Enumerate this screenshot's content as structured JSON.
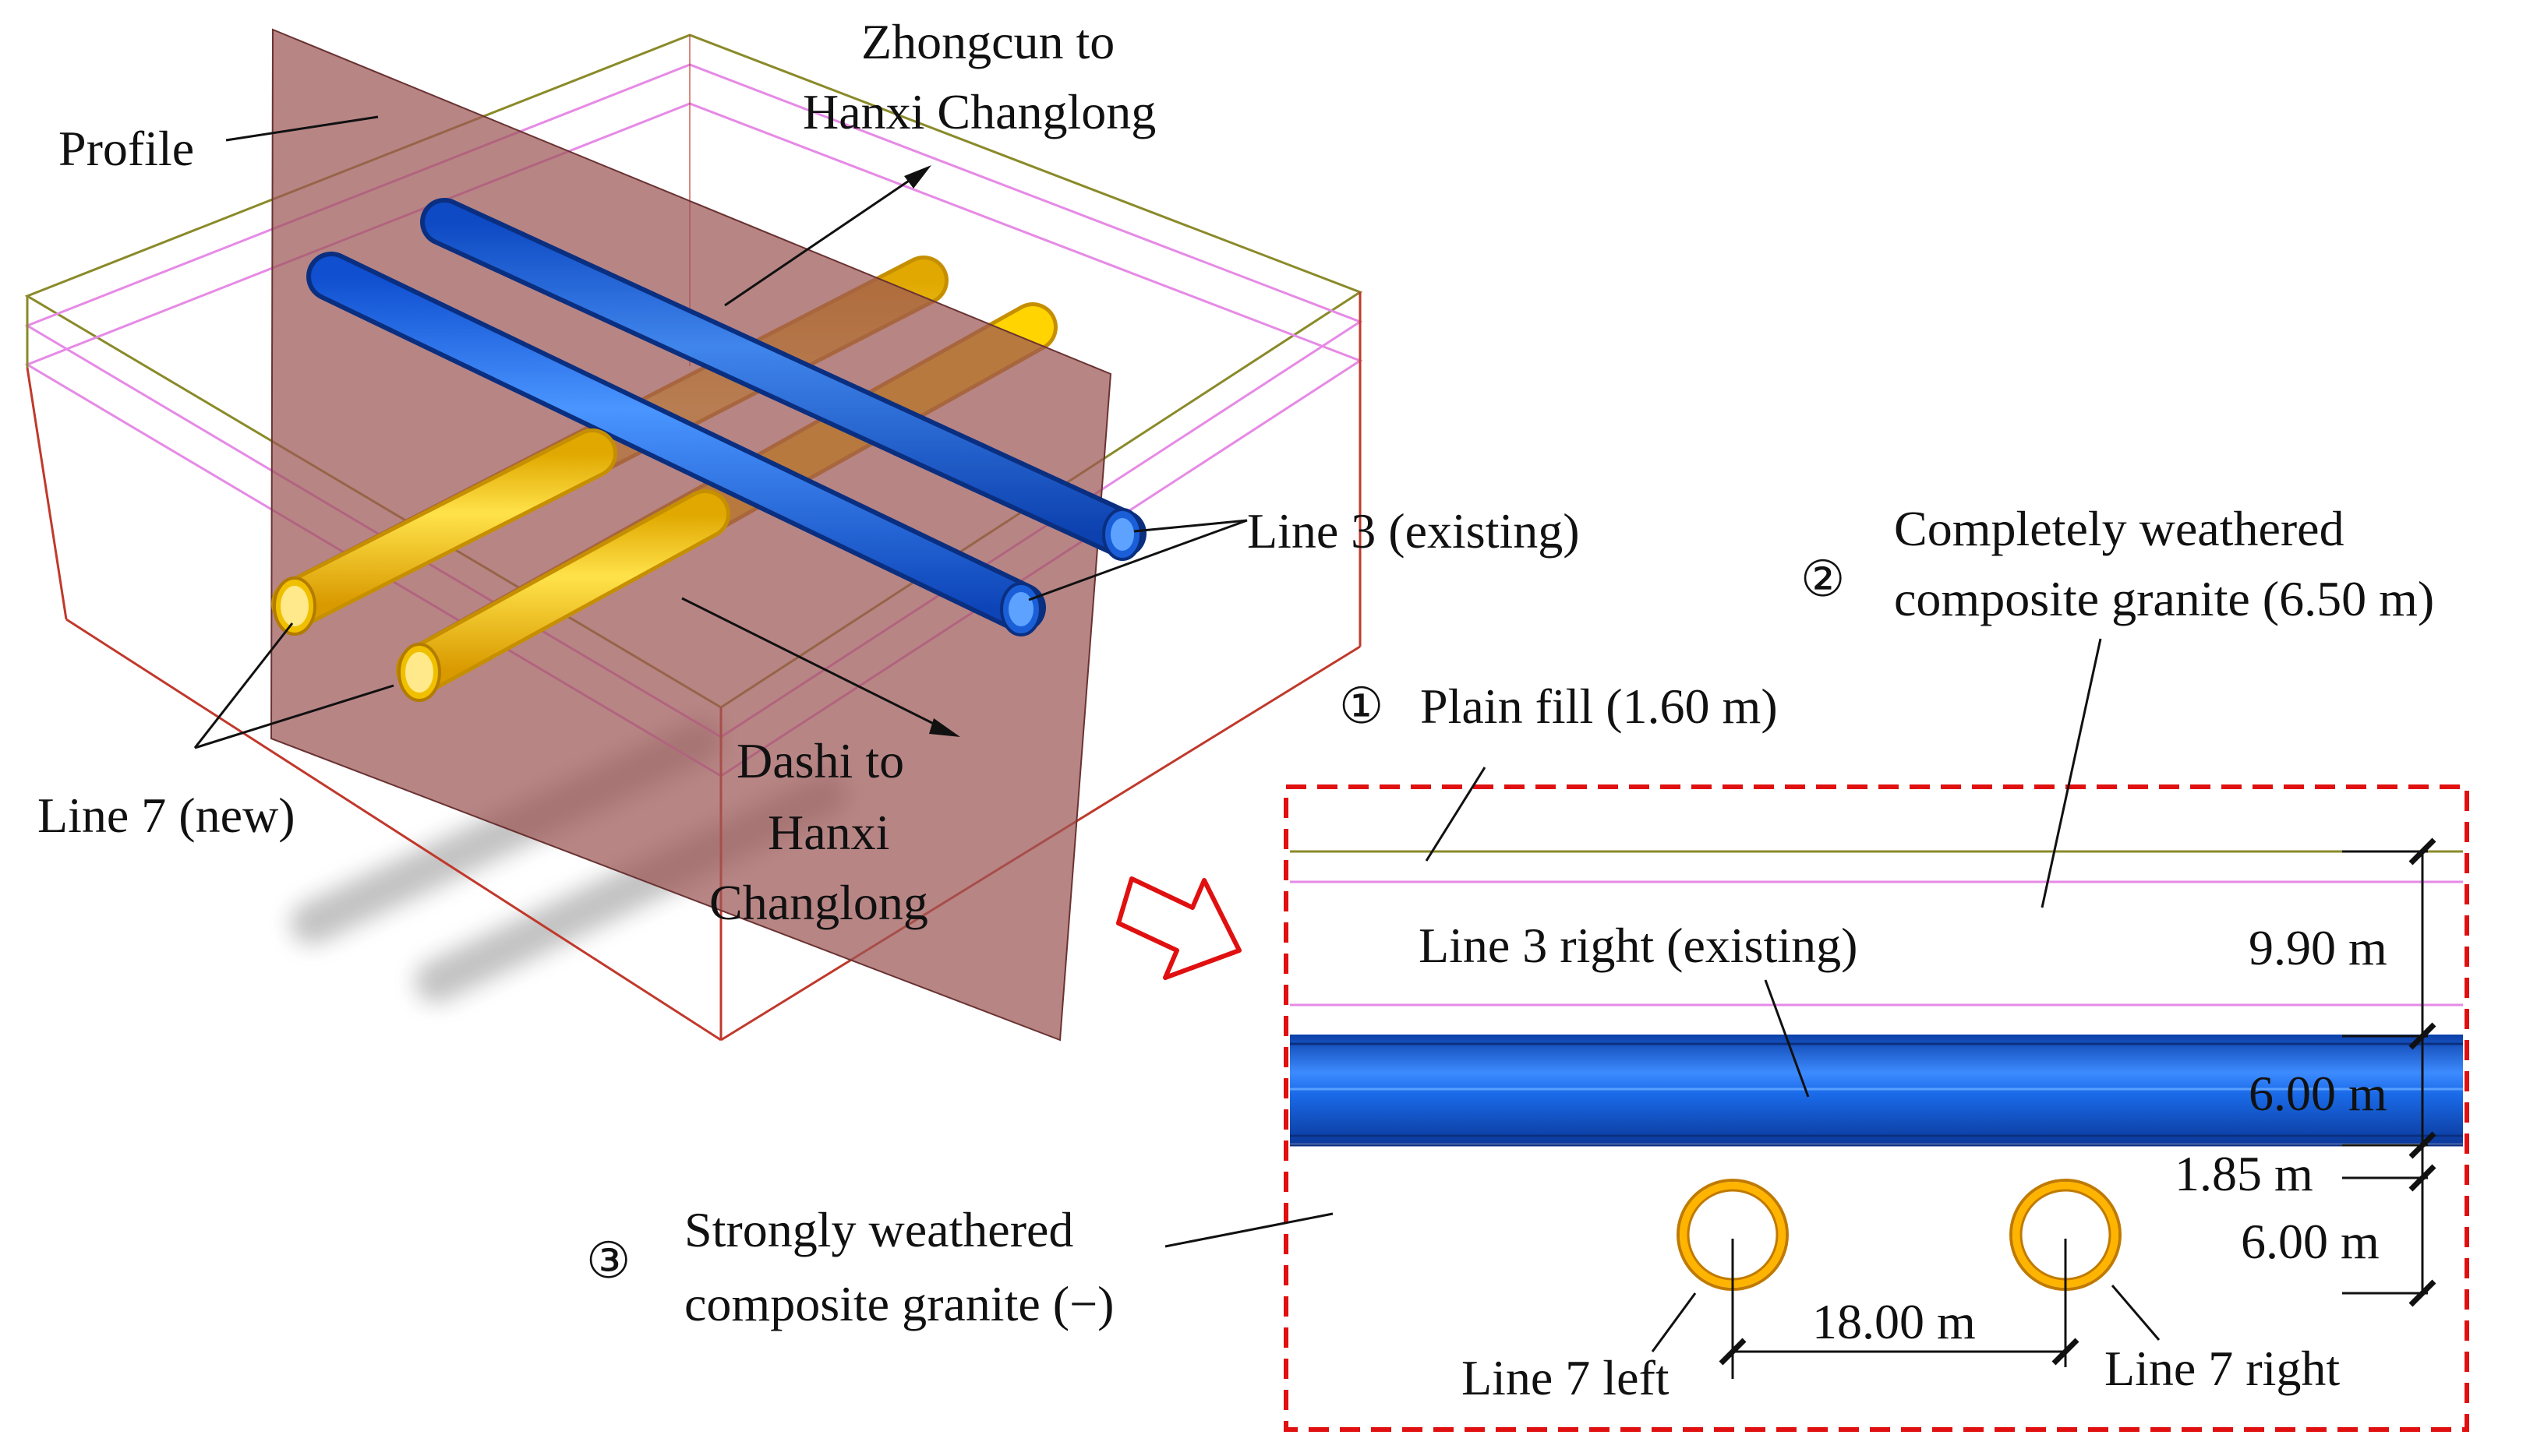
{
  "labels": {
    "profile": "Profile",
    "zhongcun_1": "Zhongcun to",
    "zhongcun_2": "Hanxi Changlong",
    "line3": "Line 3 (existing)",
    "line7": "Line 7 (new)",
    "dashi_1": "Dashi to",
    "dashi_2": "Hanxi",
    "dashi_3": "Changlong"
  },
  "section": {
    "layer1_marker": "①",
    "layer1": "Plain fill (1.60 m)",
    "layer2_marker": "②",
    "layer2_a": "Completely weathered",
    "layer2_b": "composite granite (6.50 m)",
    "layer3_marker": "③",
    "layer3_a": "Strongly weathered",
    "layer3_b": "composite granite (−)",
    "line3_right": "Line 3 right (existing)",
    "line7_left": "Line 7 left",
    "line7_right": "Line 7 right",
    "dim_cover": "9.90 m",
    "dim_line3_dia": "6.00 m",
    "dim_gap": "1.85 m",
    "dim_line7_dia": "6.00 m",
    "dim_spacing": "18.00 m"
  },
  "colors": {
    "existing_tunnel": "#1565e6",
    "new_tunnel": "#f5c400",
    "profile_plane": "#9c5656",
    "frame_red": "#e01010",
    "surface_line": "#8a8a2a",
    "layer_line": "#e68ae6",
    "box_edge": "#c0392b"
  }
}
